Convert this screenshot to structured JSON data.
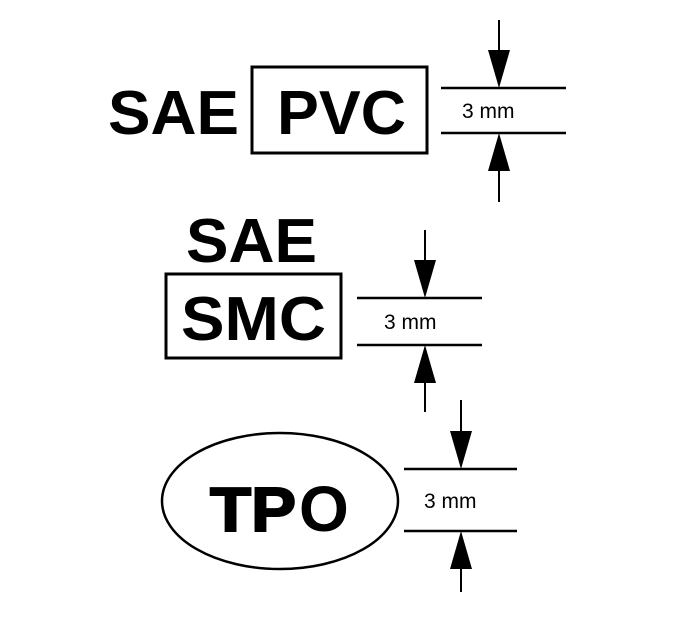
{
  "diagram": {
    "colors": {
      "ink": "#000000",
      "background": "#ffffff"
    },
    "markings": [
      {
        "id": "pvc",
        "prefix": "SAE",
        "code": "PVC",
        "frame": "rectangle",
        "layout": "prefix-left",
        "dimension": "3 mm"
      },
      {
        "id": "smc",
        "prefix": "SAE",
        "code": "SMC",
        "frame": "rectangle",
        "layout": "prefix-above",
        "dimension": "3 mm"
      },
      {
        "id": "tpo",
        "code_outlined": "TP",
        "code_solid": "O",
        "frame": "ellipse",
        "dimension": "3 mm"
      }
    ],
    "icons": {
      "arrow_down": "arrow-down-icon",
      "arrow_up": "arrow-up-icon"
    }
  }
}
